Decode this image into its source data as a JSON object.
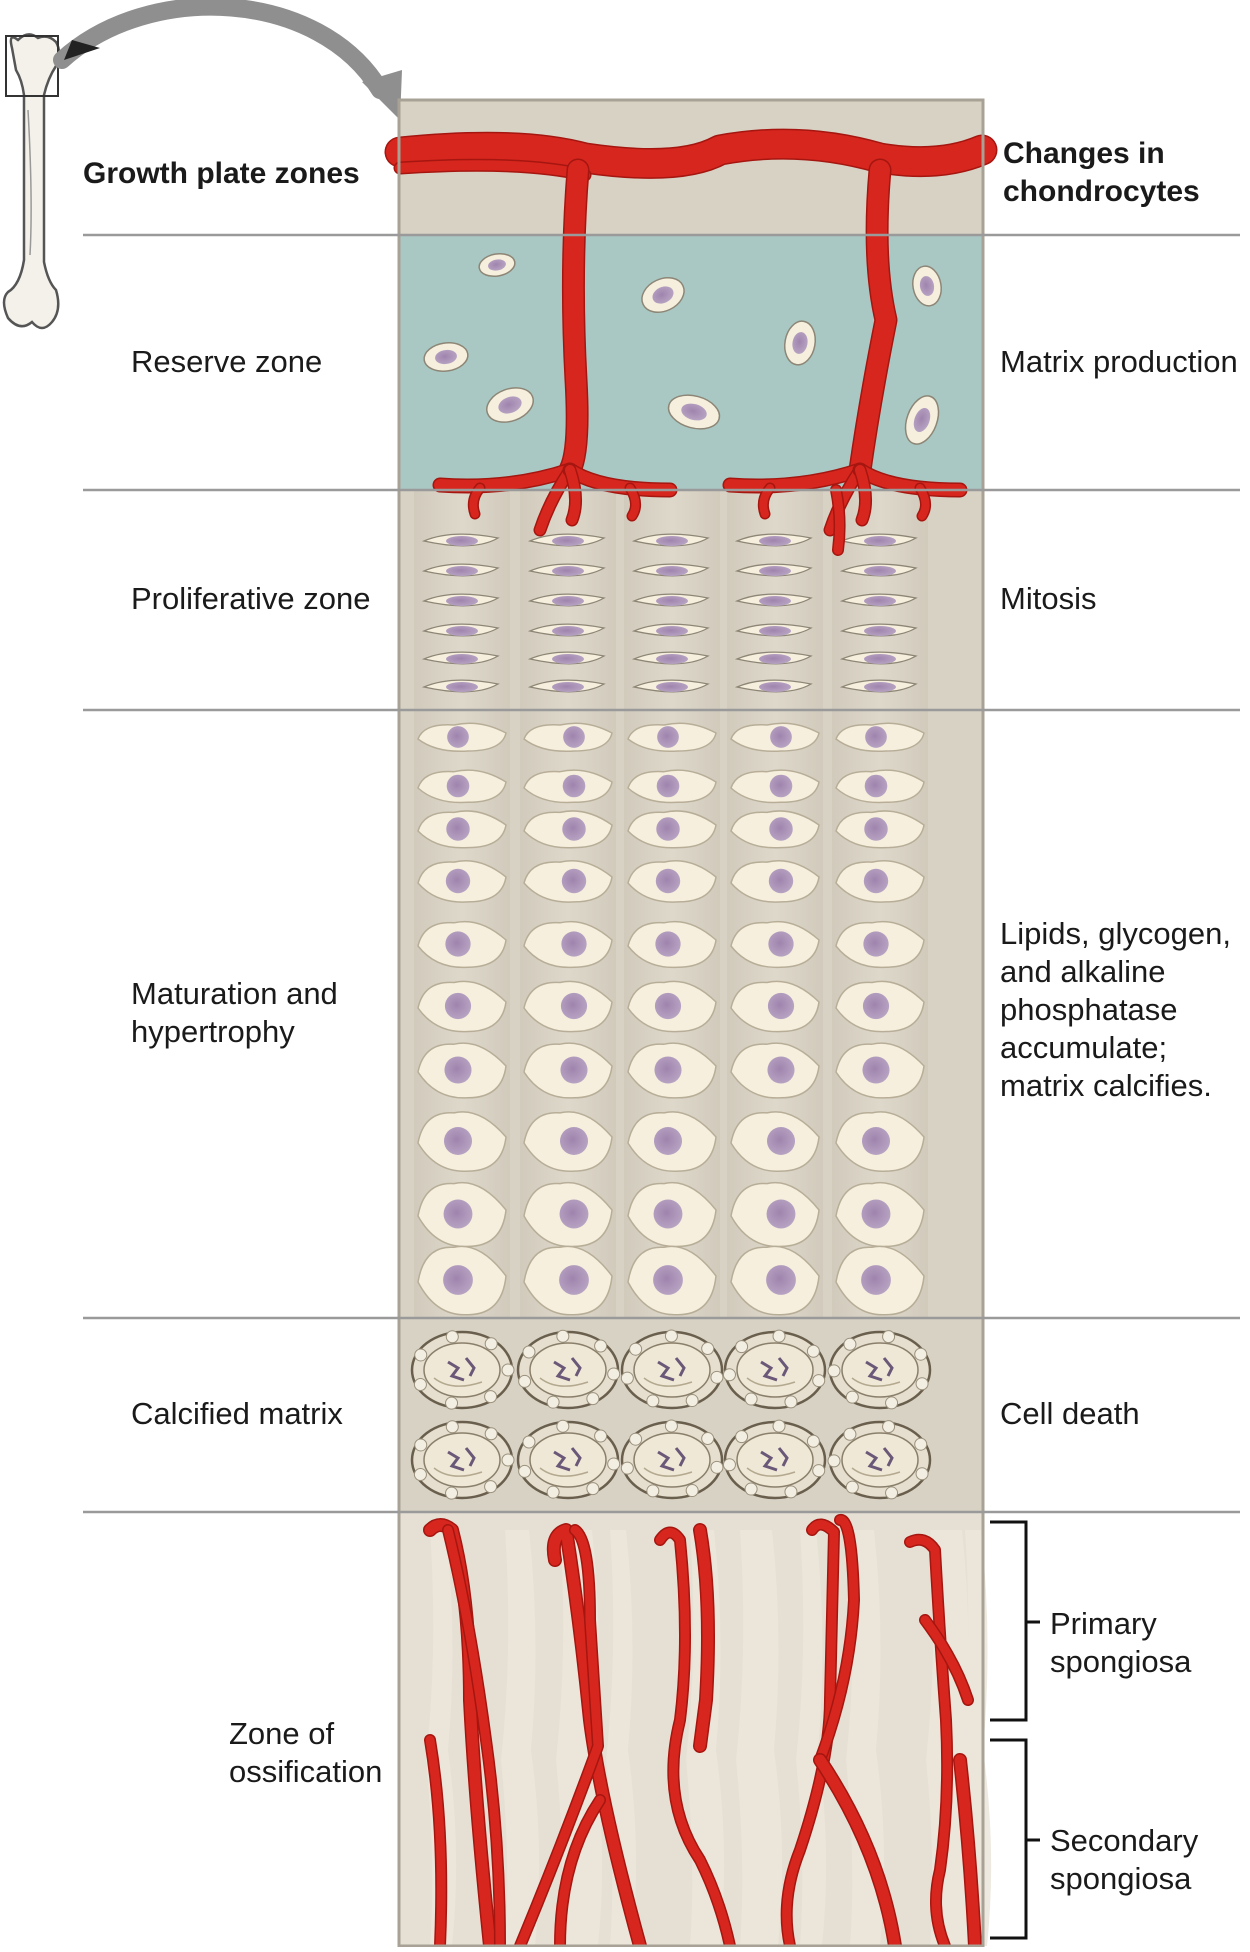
{
  "headers": {
    "left": "Growth plate zones",
    "right": "Changes in\nchondrocytes"
  },
  "zones": [
    {
      "name": "Reserve zone",
      "change": "Matrix production"
    },
    {
      "name": "Proliferative zone",
      "change": "Mitosis"
    },
    {
      "name": "Maturation and\nhypertrophy",
      "change": "Lipids, glycogen,\nand alkaline\nphosphatase\naccumulate;\nmatrix calcifies."
    },
    {
      "name": "Calcified matrix",
      "change": "Cell death"
    },
    {
      "name": "Zone of\nossification",
      "change": ""
    }
  ],
  "spongiosa": {
    "primary": "Primary\nspongiosa",
    "secondary": "Secondary\nspongiosa"
  },
  "colors": {
    "panel_frame": "#a8a195",
    "matrix": "#d9d3c6",
    "reserve_matrix": "#a9c8c4",
    "vessel": "#d7261d",
    "vessel_dark": "#a51610",
    "cell": "#f6efdd",
    "nucleus": "#a78bb3",
    "bone_trabecula": "#ebe5da",
    "divider": "#9a9a9a"
  }
}
